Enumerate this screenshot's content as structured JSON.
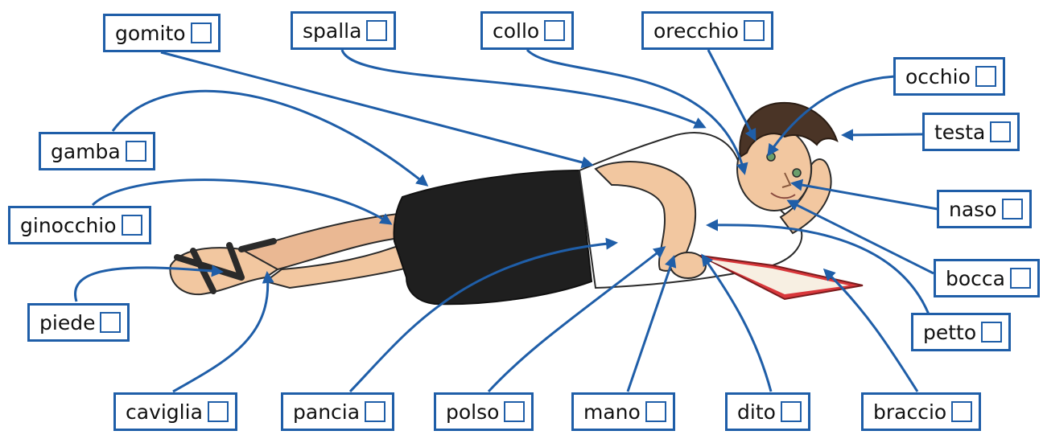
{
  "colors": {
    "accent": "#1f5ea8",
    "skin": "#f2c7a0",
    "skin_shadow": "#d9a37a",
    "hair": "#4a3426",
    "shirt": "#ffffff",
    "skirt": "#1f1f1f",
    "sandal": "#2a2a2a",
    "book_cover": "#d9373b",
    "book_pages": "#f7efe2"
  },
  "labels": {
    "gomito": "gomito",
    "spalla": "spalla",
    "collo": "collo",
    "orecchio": "orecchio",
    "occhio": "occhio",
    "testa": "testa",
    "gamba": "gamba",
    "ginocchio": "ginocchio",
    "naso": "naso",
    "piede": "piede",
    "bocca": "bocca",
    "petto": "petto",
    "caviglia": "caviglia",
    "pancia": "pancia",
    "polso": "polso",
    "mano": "mano",
    "dito": "dito",
    "braccio": "braccio"
  },
  "checkbox_state": {
    "gomito": false,
    "spalla": false,
    "collo": false,
    "orecchio": false,
    "occhio": false,
    "testa": false,
    "gamba": false,
    "ginocchio": false,
    "naso": false,
    "piede": false,
    "bocca": false,
    "petto": false,
    "caviglia": false,
    "pancia": false,
    "polso": false,
    "mano": false,
    "dito": false,
    "braccio": false
  }
}
